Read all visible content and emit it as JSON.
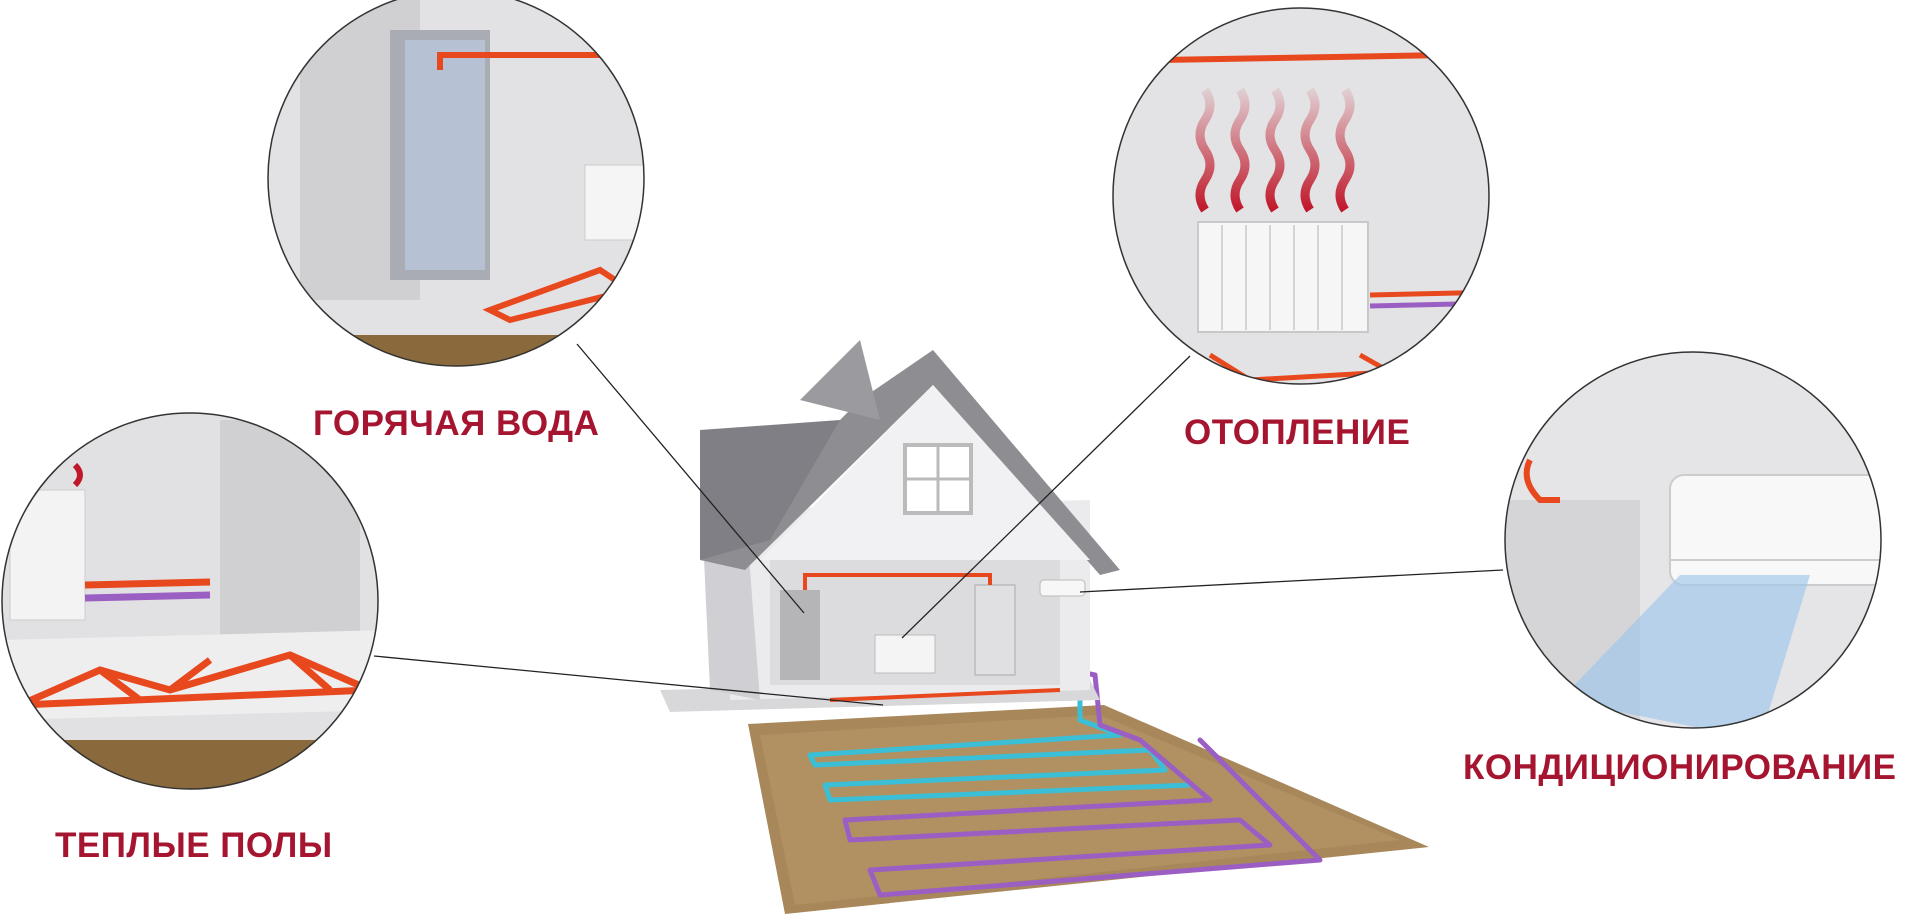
{
  "labels": {
    "hot_water": "ГОРЯЧАЯ ВОДА",
    "heating": "ОТОПЛЕНИЕ",
    "floor_heating": "ТЕПЛЫЕ ПОЛЫ",
    "air_conditioning": "КОНДИЦИОНИРОВАНИЕ"
  },
  "colors": {
    "label": "#a51530",
    "hot_pipe": "#e8481e",
    "cold_pipe": "#3bbfd6",
    "return_pipe": "#9b5fc4",
    "wall": "#e4e4e6",
    "roof": "#8d8d92",
    "soil": "#a8875a"
  }
}
